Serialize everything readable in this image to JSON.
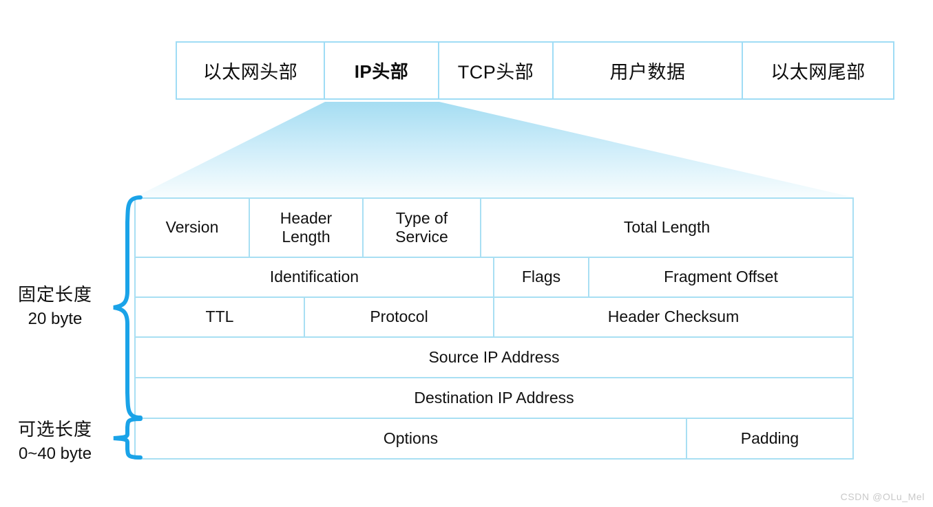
{
  "colors": {
    "border_light": "#9fdcf5",
    "table_border": "#a8dff3",
    "brace": "#1aa3e8",
    "funnel_top": "#a5ddf2",
    "funnel_bottom": "#f7fcfe",
    "text": "#111111",
    "watermark": "#c9c9c9"
  },
  "frame_bar": {
    "name": "ethernet-frame-layout",
    "cells": [
      {
        "label": "以太网头部",
        "emphasis": false
      },
      {
        "label": "IP头部",
        "emphasis": true
      },
      {
        "label": "TCP头部",
        "emphasis": false
      },
      {
        "label": "用户数据",
        "emphasis": false
      },
      {
        "label": "以太网尾部",
        "emphasis": false
      }
    ]
  },
  "ip_header": {
    "title": "IP Header",
    "rows": [
      {
        "cells": [
          {
            "label": "Version"
          },
          {
            "label": "Header\nLength"
          },
          {
            "label": "Type of\nService"
          },
          {
            "label": "Total Length"
          }
        ]
      },
      {
        "cells": [
          {
            "label": "Identification"
          },
          {
            "label": "Flags"
          },
          {
            "label": "Fragment Offset"
          }
        ]
      },
      {
        "cells": [
          {
            "label": "TTL"
          },
          {
            "label": "Protocol"
          },
          {
            "label": "Header Checksum"
          }
        ]
      },
      {
        "cells": [
          {
            "label": "Source IP Address"
          }
        ]
      },
      {
        "cells": [
          {
            "label": "Destination IP Address"
          }
        ]
      },
      {
        "cells": [
          {
            "label": "Options"
          },
          {
            "label": "Padding"
          }
        ]
      }
    ]
  },
  "annotations": {
    "fixed": {
      "cn": "固定长度",
      "en": "20 byte"
    },
    "optional": {
      "cn": "可选长度",
      "en": "0~40 byte"
    }
  },
  "watermark": {
    "text": "CSDN @OLu_Mel"
  }
}
